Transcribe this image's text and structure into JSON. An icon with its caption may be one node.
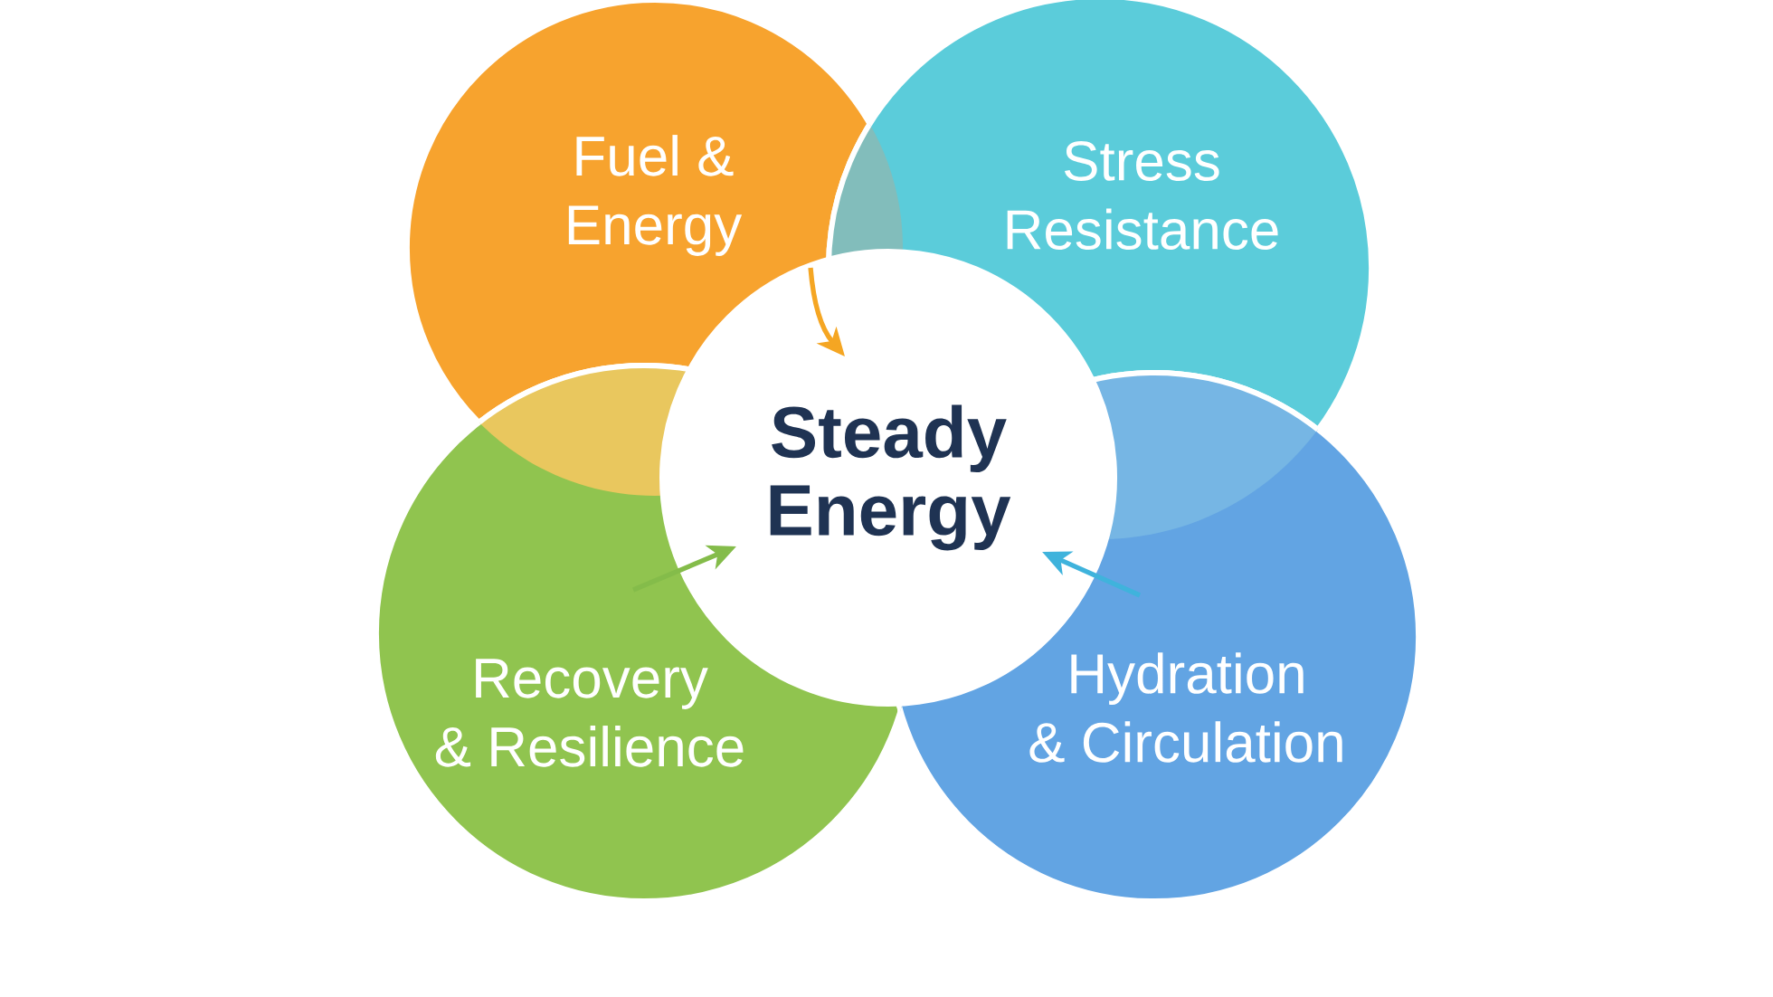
{
  "diagram": {
    "nodes": [
      {
        "text": [
          "Fuel & Energy"
        ]
      },
      {
        "text": [
          "Stress Resistance"
        ]
      },
      {
        "text": [
          "Steady Energy"
        ]
      },
      {
        "text": [
          "Recovery & Resilience"
        ]
      },
      {
        "text": [
          "Hydration & Circulation"
        ]
      }
    ],
    "edges": [
      {
        "from": 0,
        "to": 2,
        "arrow": "to",
        "color": "#f5a623"
      },
      {
        "from": 3,
        "to": 2,
        "arrow": "to",
        "color": "#84bc4a"
      },
      {
        "from": 4,
        "to": 2,
        "arrow": "to",
        "color": "#3fb3dc"
      }
    ]
  }
}
